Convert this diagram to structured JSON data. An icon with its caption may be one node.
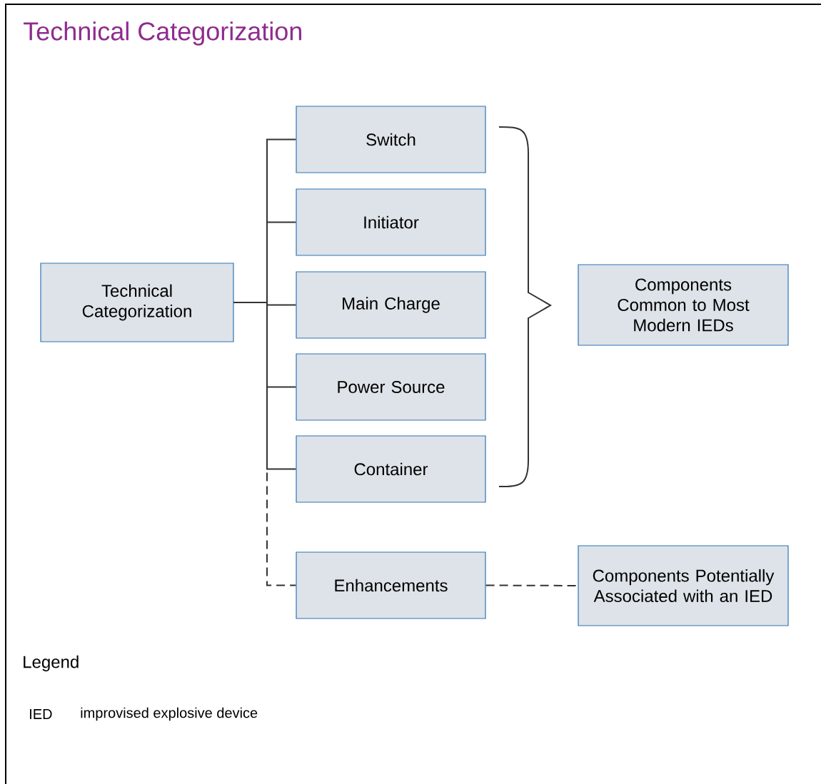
{
  "diagram": {
    "title": "Technical Categorization",
    "nodes": [
      {
        "text": [
          "Technical Categorization"
        ]
      },
      {
        "text": [
          "Switch"
        ]
      },
      {
        "text": [
          "Initiator"
        ]
      },
      {
        "text": [
          "Main Charge"
        ]
      },
      {
        "text": [
          "Power Source"
        ]
      },
      {
        "text": [
          "Container"
        ]
      },
      {
        "text": [
          "Components Common to Most Modern IEDs"
        ]
      },
      {
        "text": [
          "Enhancements"
        ]
      },
      {
        "text": [
          "Components Potentially Associated with an IED"
        ]
      }
    ],
    "edges": [
      {
        "from": 0,
        "to": 1,
        "arrow": "none"
      },
      {
        "from": 0,
        "to": 2,
        "arrow": "none"
      },
      {
        "from": 0,
        "to": 3,
        "arrow": "none"
      },
      {
        "from": 0,
        "to": 4,
        "arrow": "none"
      },
      {
        "from": 0,
        "to": 5,
        "arrow": "none"
      },
      {
        "from": 0,
        "to": 7,
        "arrow": "none",
        "style": "dashed"
      },
      {
        "from": 7,
        "to": 8,
        "arrow": "none",
        "style": "dashed"
      }
    ],
    "labels": [
      "Legend",
      "IED",
      "improvised explosive device"
    ]
  }
}
